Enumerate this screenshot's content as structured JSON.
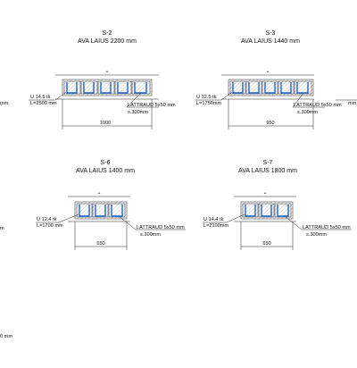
{
  "colors": {
    "line": "#222222",
    "rebar": "#1e64c8",
    "hatch": "#8a8a8a",
    "text": "#111111"
  },
  "details": [
    {
      "id": "S-2",
      "title": "AVA LAIUS 2200 mm",
      "u_label": "U 14.5 tk",
      "l_label": "L=2500 mm",
      "lath_label": "LATTRAUD 5x50 mm",
      "spacing_label": "s.300mm",
      "dim": "1000",
      "boxes": 5,
      "rebar_count": 5
    },
    {
      "id": "S-3",
      "title": "AVA LAIUS 1440 mm",
      "u_label": "U 12.5 tk",
      "l_label": "L=1750mm",
      "lath_label": "LATTRAUD 5x50 mm",
      "spacing_label": "s.300mm",
      "dim": "950",
      "boxes": 5,
      "rebar_count": 5
    },
    {
      "id": "S-6",
      "title": "AVA LAIUS 1400 mm",
      "u_label": "U 12.4 tk",
      "l_label": "L=1700 mm",
      "lath_label": "LATTRAUD 5x50 mm",
      "spacing_label": "s.300mm",
      "dim": "650",
      "boxes": 3,
      "rebar_count": 4
    },
    {
      "id": "S-7",
      "title": "AVA LAIUS 1800 mm",
      "u_label": "U 14.4 tk",
      "l_label": "L=2100mm",
      "lath_label": "LATTRAUD 5x50 mm",
      "spacing_label": "s.300mm",
      "dim": "650",
      "boxes": 3,
      "rebar_count": 4
    }
  ],
  "edge_fragments": {
    "left": [
      "mm",
      "m",
      "0 mm"
    ],
    "right": [
      "mm"
    ]
  }
}
